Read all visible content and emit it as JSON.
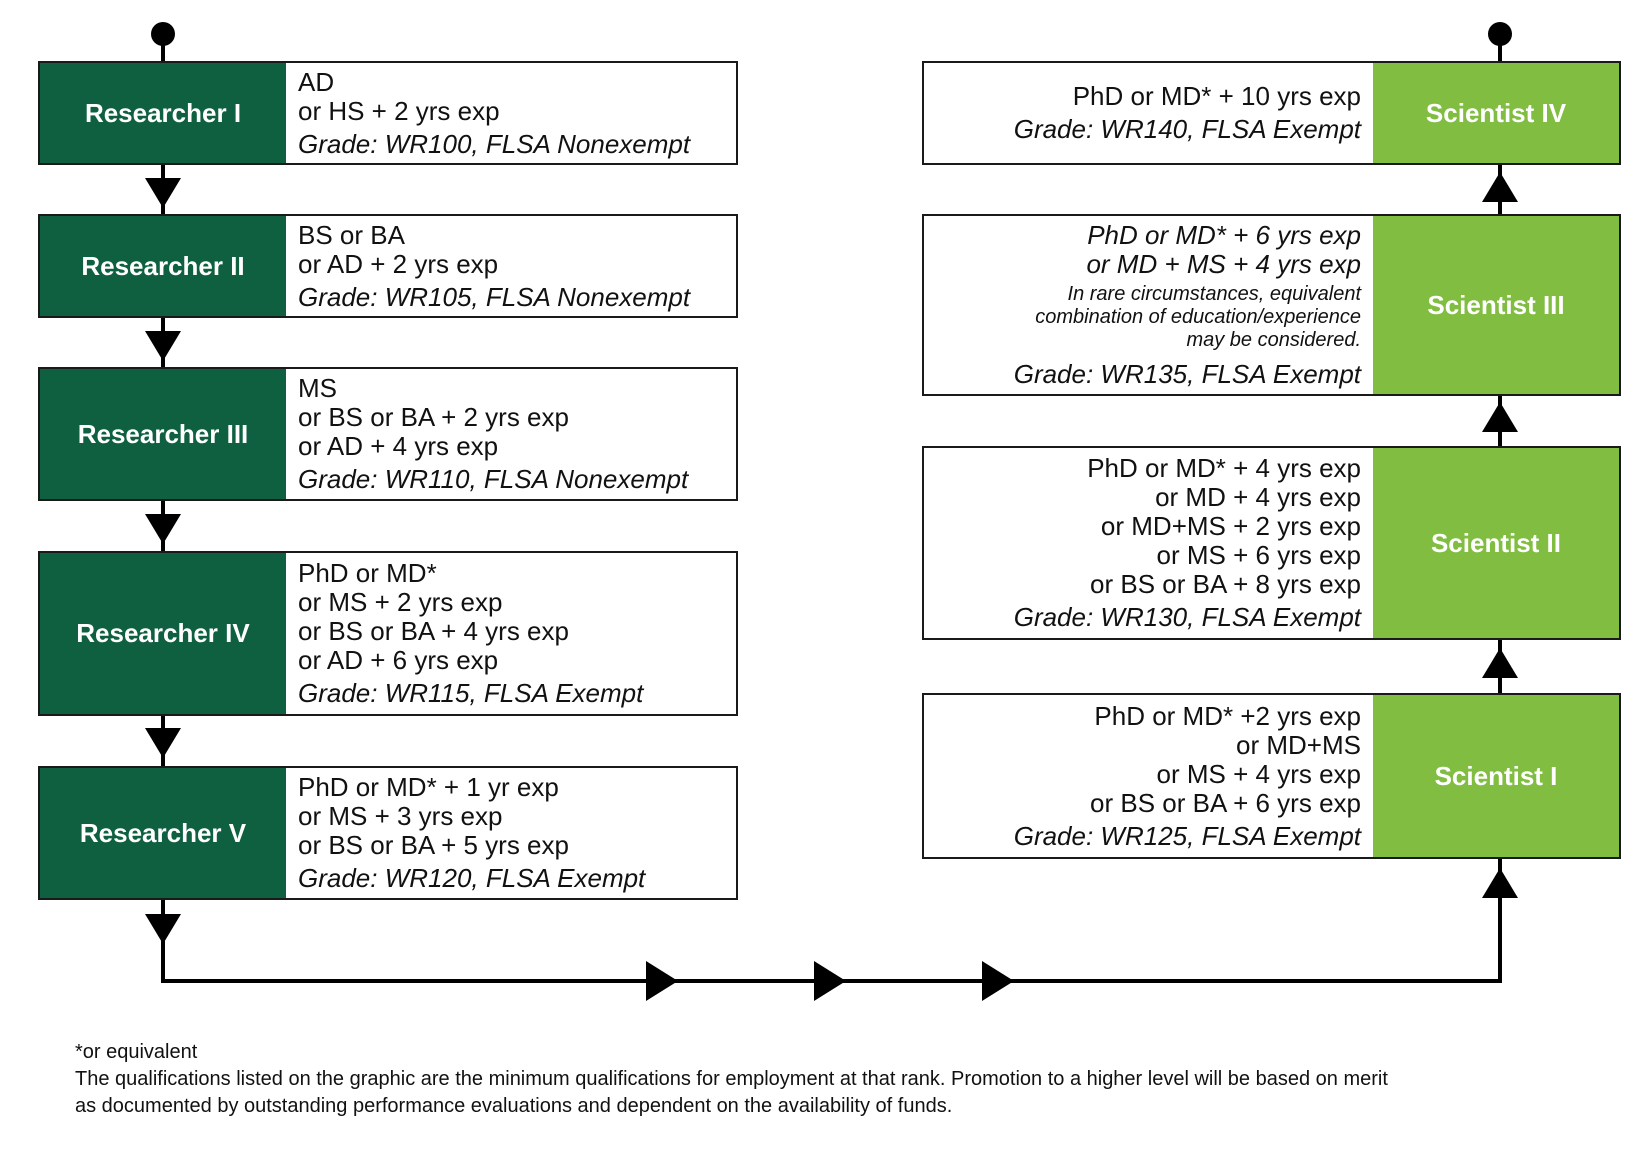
{
  "researchers": [
    {
      "title": "Researcher I",
      "lines": [
        "AD",
        "or HS + 2 yrs exp"
      ],
      "grade": "Grade: WR100, FLSA Nonexempt"
    },
    {
      "title": "Researcher II",
      "lines": [
        "BS or BA",
        "or AD + 2 yrs exp"
      ],
      "grade": "Grade: WR105, FLSA Nonexempt"
    },
    {
      "title": "Researcher III",
      "lines": [
        "MS",
        "or BS or BA + 2 yrs exp",
        "or AD + 4 yrs exp"
      ],
      "grade": "Grade: WR110, FLSA Nonexempt"
    },
    {
      "title": "Researcher IV",
      "lines": [
        "PhD or MD*",
        "or MS + 2 yrs exp",
        "or BS or BA + 4 yrs exp",
        "or AD + 6 yrs exp"
      ],
      "grade": "Grade: WR115, FLSA Exempt"
    },
    {
      "title": "Researcher V",
      "lines": [
        "PhD or MD* + 1 yr exp",
        "or MS + 3 yrs exp",
        "or BS or BA + 5 yrs exp"
      ],
      "grade": "Grade: WR120, FLSA Exempt"
    }
  ],
  "scientists": [
    {
      "title": "Scientist IV",
      "lines": [
        "PhD or MD* + 10 yrs exp"
      ],
      "grade": "Grade: WR140, FLSA Exempt"
    },
    {
      "title": "Scientist III",
      "lines": [
        "PhD or MD* + 6 yrs exp",
        "or MD + MS + 4 yrs exp"
      ],
      "note": [
        "In rare circumstances, equivalent",
        "combination of education/experience",
        "may be considered."
      ],
      "grade": "Grade: WR135, FLSA Exempt"
    },
    {
      "title": "Scientist II",
      "lines": [
        "PhD or MD* + 4 yrs exp",
        "or MD + 4 yrs exp",
        "or MD+MS + 2 yrs exp",
        "or MS + 6 yrs exp",
        "or BS or BA + 8 yrs exp"
      ],
      "grade": "Grade: WR130, FLSA Exempt"
    },
    {
      "title": "Scientist I",
      "lines": [
        "PhD or MD* +2 yrs exp",
        "or MD+MS",
        "or MS + 4 yrs exp",
        "or BS or BA + 6 yrs exp"
      ],
      "grade": "Grade: WR125, FLSA Exempt"
    }
  ],
  "footnotes": {
    "equivalent": "*or equivalent",
    "qualifications_1": "The qualifications listed on the graphic are the minimum qualifications for employment at that rank. Promotion to a higher level will be based on merit",
    "qualifications_2": "as documented by outstanding performance evaluations and dependent on the availability of funds."
  },
  "colors": {
    "researcher": "#0e6040",
    "scientist": "#80bd41",
    "line": "#000000"
  }
}
